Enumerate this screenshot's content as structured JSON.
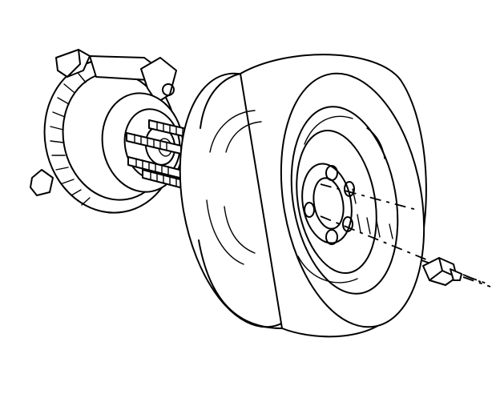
{
  "figure": {
    "kind": "exploded-view line drawing",
    "parts": [
      "rotor-and-hub",
      "wheel-studs",
      "tire-and-wheel",
      "lug-nut"
    ],
    "colors": {
      "line": "#000000",
      "background": "#ffffff"
    }
  }
}
